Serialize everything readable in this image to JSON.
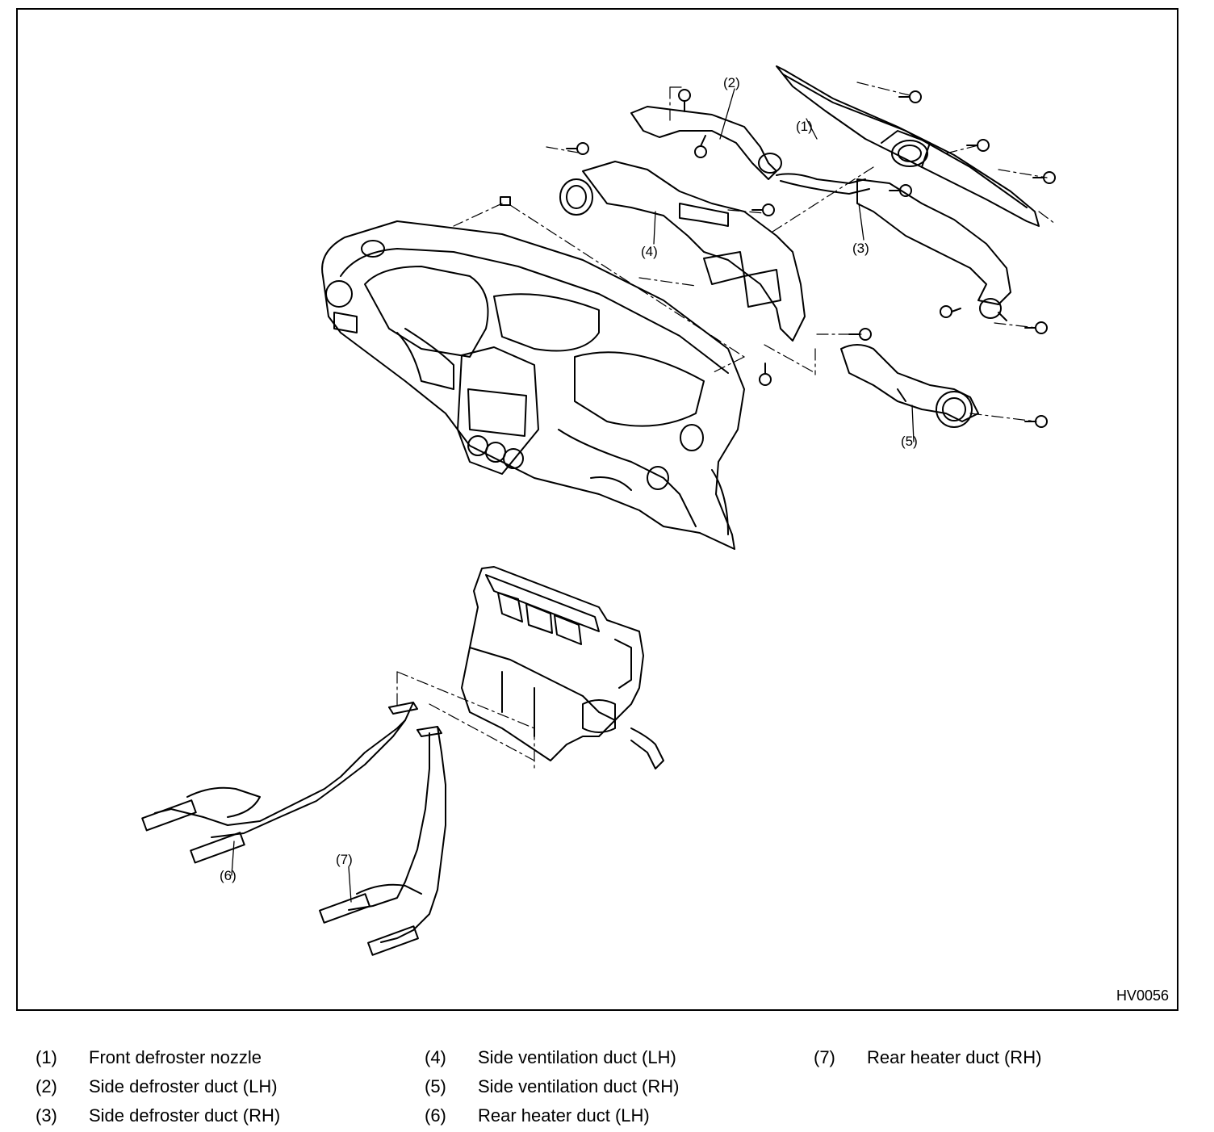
{
  "figure": {
    "code": "HV0056",
    "callouts": {
      "c1": "(1)",
      "c2": "(2)",
      "c3": "(3)",
      "c4": "(4)",
      "c5": "(5)",
      "c6": "(6)",
      "c7": "(7)"
    }
  },
  "legend": {
    "items": [
      {
        "num": "(1)",
        "label": "Front defroster nozzle"
      },
      {
        "num": "(2)",
        "label": "Side defroster duct (LH)"
      },
      {
        "num": "(3)",
        "label": "Side defroster duct (RH)"
      },
      {
        "num": "(4)",
        "label": "Side ventilation duct (LH)"
      },
      {
        "num": "(5)",
        "label": "Side ventilation duct (RH)"
      },
      {
        "num": "(6)",
        "label": "Rear heater duct (LH)"
      },
      {
        "num": "(7)",
        "label": "Rear heater duct (RH)"
      }
    ]
  }
}
